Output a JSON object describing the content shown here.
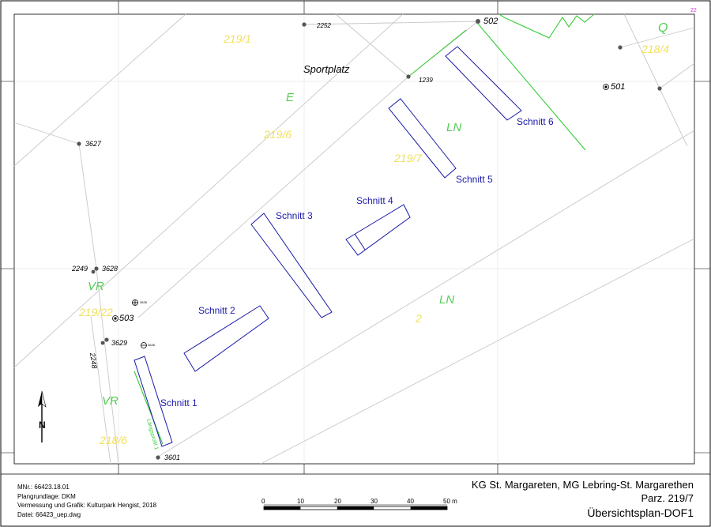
{
  "map": {
    "place_name": "Sportplatz",
    "parcels": [
      "219/1",
      "219/6",
      "219/7",
      "218/4",
      "219/22",
      "218/6",
      "2"
    ],
    "land_use_codes": [
      "E",
      "LN",
      "LN",
      "VR",
      "VR",
      "Q"
    ],
    "points": [
      "2252",
      "502",
      "1239",
      "501",
      "3627",
      "2249",
      "3628",
      "503",
      "3629",
      "2248",
      "3601"
    ],
    "small_labels": [
      "3628",
      "3628",
      "22"
    ],
    "trenches": [
      "Schnitt 1",
      "Schnitt 2",
      "Schnitt 3",
      "Schnitt 4",
      "Schnitt 5",
      "Schnitt 6"
    ],
    "profile_label": "Längsprofil 1",
    "north_label": "N"
  },
  "scale_bar": {
    "ticks": [
      "0",
      "10",
      "20",
      "30",
      "40",
      "50 m"
    ]
  },
  "info_block": {
    "line1": "MNr.: 66423.18.01",
    "line2": "Plangrundlage: DKM",
    "line3": "Vermessung und Grafik: Kulturpark Hengist, 2018",
    "line4": "Datei: 66423_uep.dwg"
  },
  "title_block": {
    "line1": "KG St. Margareten, MG Lebring-St. Margarethen",
    "line2": "Parz. 219/7",
    "line3": "Übersichtsplan-DOF1"
  },
  "colors": {
    "trench": "#1a1aa8",
    "parcel_label": "#f0e060",
    "land_use": "#55cc55",
    "boundary_green": "#33cc33",
    "parcel_line": "#c8c8c8"
  }
}
